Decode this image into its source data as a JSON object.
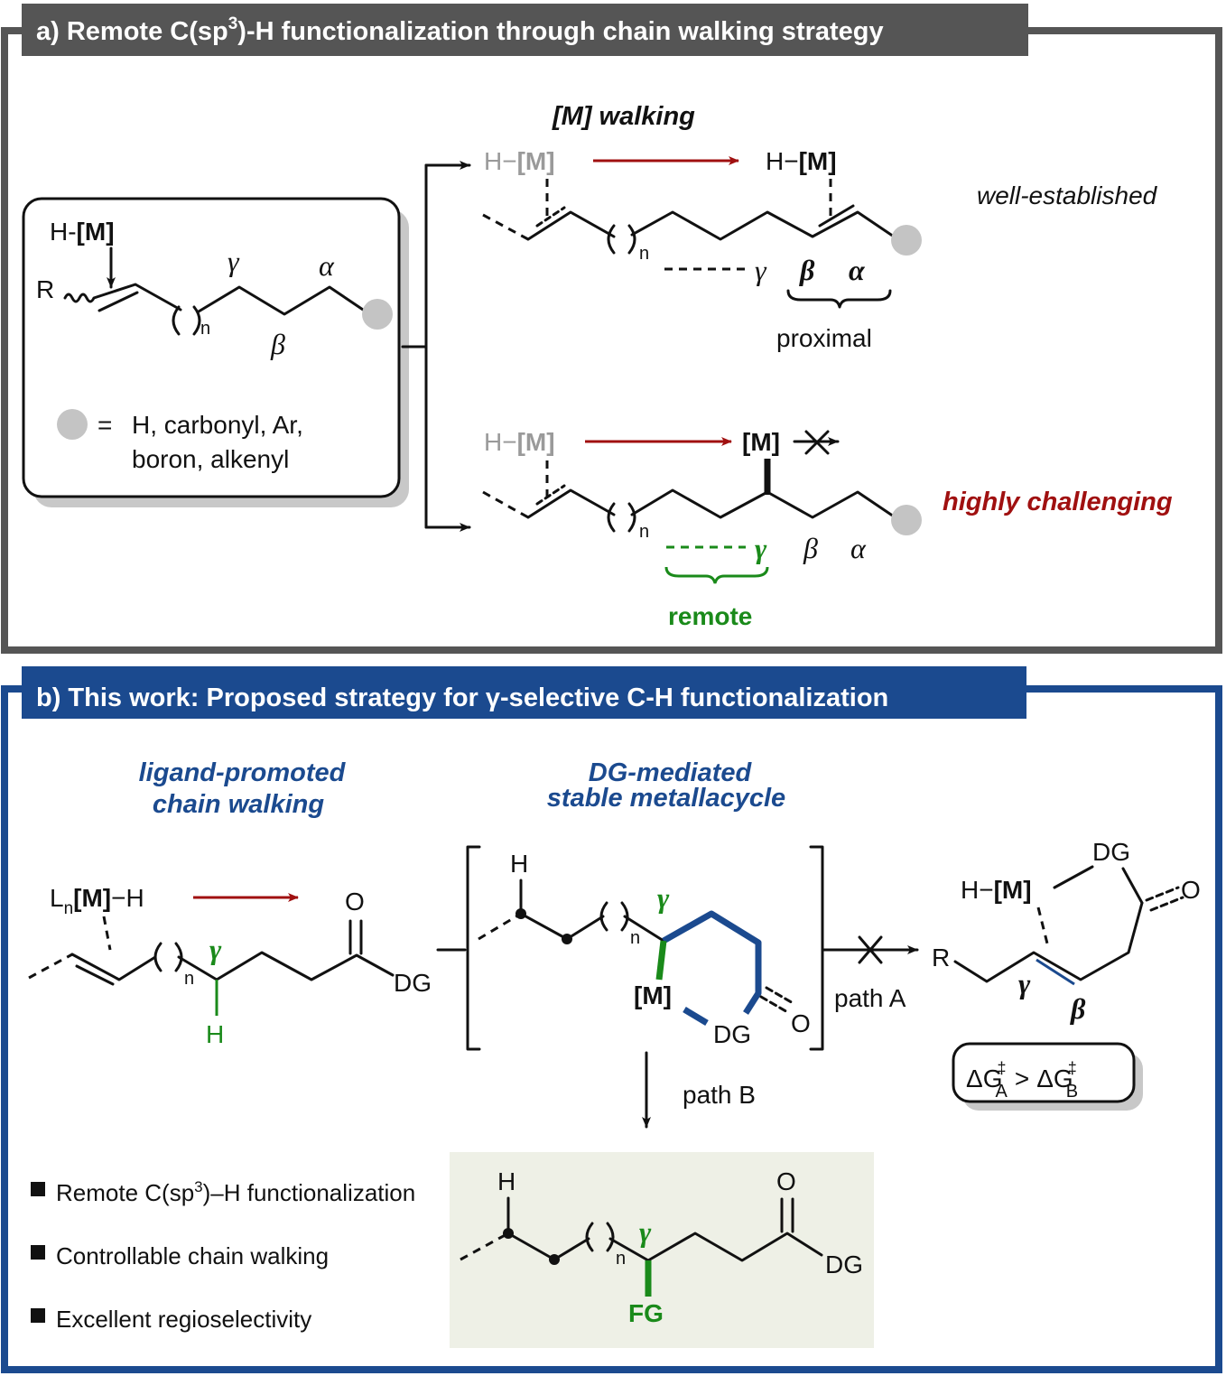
{
  "colors": {
    "panel_a_frame": "#555555",
    "panel_b_frame": "#1b4a8f",
    "panel_a_header_bg": "#555555",
    "panel_b_header_bg": "#1b4a8f",
    "dark_red": "#a01010",
    "green": "#1a8a1a",
    "blue": "#1b4a8f",
    "gray": "#9a9a9a",
    "product_box_bg": "#eef0e6"
  },
  "panel_a": {
    "header": {
      "prefix": "a) Remote C(sp",
      "sup": "3",
      "suffix": ")-H functionalization through chain walking strategy"
    },
    "substrate_box": {
      "hm_label_prefix": "H-",
      "hm_label_bold": "[M]",
      "r": "R",
      "gamma": "γ",
      "alpha": "α",
      "beta": "β",
      "n": "n",
      "legend_eq": "=",
      "legend_line1": "H, carbonyl, Ar,",
      "legend_line2": "boron, alkenyl"
    },
    "top_path": {
      "title": "[M] walking",
      "start_h": "H",
      "start_m": "[M]",
      "end_h": "H",
      "end_m": "[M]",
      "n": "n",
      "gamma": "γ",
      "beta": "β",
      "alpha": "α",
      "brace_label": "proximal",
      "note": "well-established"
    },
    "bottom_path": {
      "start_h": "H",
      "start_m": "[M]",
      "end_m": "[M]",
      "n": "n",
      "gamma": "γ",
      "beta": "β",
      "alpha": "α",
      "brace_label": "remote",
      "note": "highly challenging"
    }
  },
  "panel_b": {
    "header": "b) This work:  Proposed strategy for γ-selective  C-H functionalization",
    "left_title_line1": "ligand-promoted",
    "left_title_line2": "chain  walking",
    "mid_title_line1": "DG-mediated",
    "mid_title_line2": "stable  metallacycle",
    "substrate": {
      "l": "L",
      "l_sub": "n",
      "m": "[M]",
      "h": "H",
      "gamma": "γ",
      "n": "n",
      "o": "O",
      "dg": "DG",
      "h_bottom": "H"
    },
    "intermediate": {
      "h": "H",
      "gamma": "γ",
      "n": "n",
      "m": "[M]",
      "dg": "DG",
      "o": "O"
    },
    "path_a": "path  A",
    "path_b": "path  B",
    "alkene_product": {
      "h": "H",
      "m": "[M]",
      "dg": "DG",
      "o": "O",
      "r": "R",
      "gamma": "γ",
      "beta": "β"
    },
    "energy": {
      "delta": "ΔG",
      "dagger": "‡",
      "sub_a": "A",
      "op": ">",
      "sub_b": "B"
    },
    "bullets": [
      {
        "text_pre": "Remote C(sp",
        "sup": "3",
        "text_post": ")–H functionalization"
      },
      {
        "text_pre": "Controllable chain walking",
        "sup": "",
        "text_post": ""
      },
      {
        "text_pre": "Excellent  regioselectivity",
        "sup": "",
        "text_post": ""
      }
    ],
    "product": {
      "h": "H",
      "gamma": "γ",
      "n": "n",
      "o": "O",
      "dg": "DG",
      "fg": "FG"
    }
  }
}
